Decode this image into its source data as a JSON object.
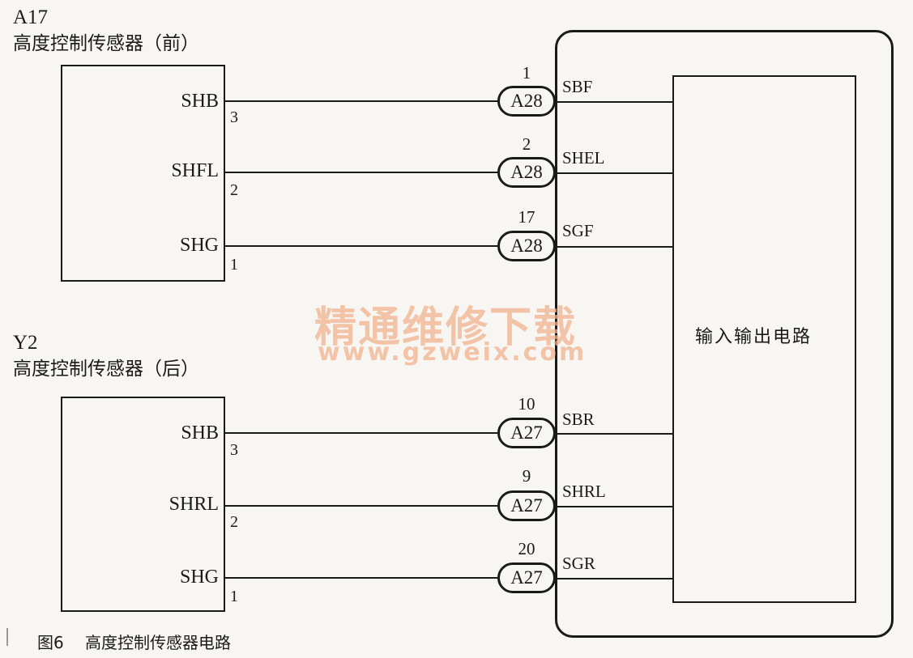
{
  "sensor_front": {
    "id": "A17",
    "name": "高度控制传感器（前）",
    "pins": [
      {
        "signal": "SHB",
        "pin": "3"
      },
      {
        "signal": "SHFL",
        "pin": "2"
      },
      {
        "signal": "SHG",
        "pin": "1"
      }
    ]
  },
  "sensor_rear": {
    "id": "Y2",
    "name": "高度控制传感器（后）",
    "pins": [
      {
        "signal": "SHB",
        "pin": "3"
      },
      {
        "signal": "SHRL",
        "pin": "2"
      },
      {
        "signal": "SHG",
        "pin": "1"
      }
    ]
  },
  "connectors": [
    {
      "number": "1",
      "name": "A28",
      "ecu_signal": "SBF"
    },
    {
      "number": "2",
      "name": "A28",
      "ecu_signal": "SHEL"
    },
    {
      "number": "17",
      "name": "A28",
      "ecu_signal": "SGF"
    },
    {
      "number": "10",
      "name": "A27",
      "ecu_signal": "SBR"
    },
    {
      "number": "9",
      "name": "A27",
      "ecu_signal": "SHRL"
    },
    {
      "number": "20",
      "name": "A27",
      "ecu_signal": "SGR"
    }
  ],
  "ecu": {
    "io_label": "输入输出电路"
  },
  "watermark": {
    "title": "精通维修下载",
    "url": "www.gzweix.com"
  },
  "caption": {
    "figure": "图6",
    "text": "高度控制传感器电路"
  },
  "colors": {
    "line": "#1a1a1a",
    "watermark": "#f2b28f",
    "background": "#f7f6f2"
  }
}
